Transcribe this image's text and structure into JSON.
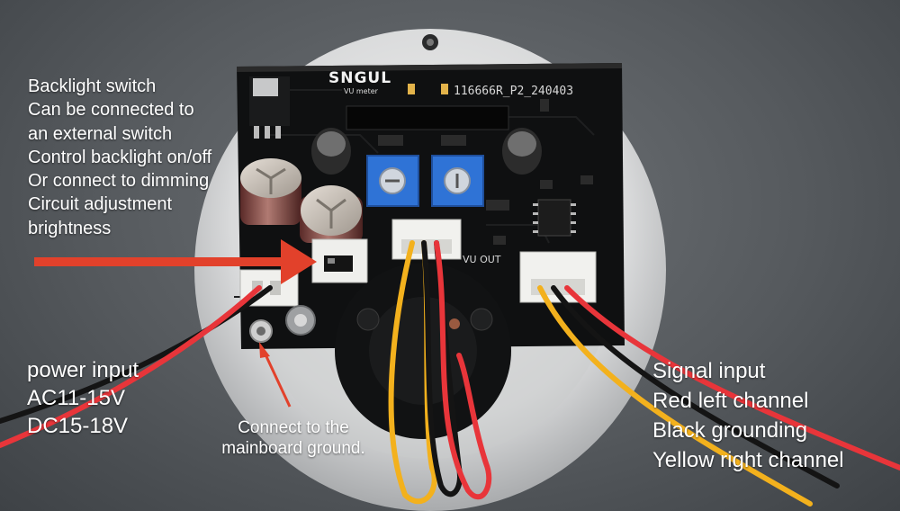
{
  "image": {
    "description": "Rear view of a VU meter driver board with wire harnesses and callout labels",
    "colors": {
      "background": "#5b5f63",
      "pcb": "#0f1011",
      "wire_red": "#e8353a",
      "wire_black": "#141414",
      "wire_yellow": "#f3b11d",
      "arrow_red": "#e2412b",
      "trimmer_blue": "#2f73d6",
      "label_text": "#ffffff"
    }
  },
  "board": {
    "brand": "SNGUL",
    "subtitle": "VU meter",
    "part_number": "116666R_P2_240403",
    "port_label": "VU OUT"
  },
  "labels": {
    "backlight": "Backlight switch\nCan be connected to\nan external switch\nControl backlight on/off\nOr connect to dimming\nCircuit adjustment\nbrightness",
    "power": "power input\nAC11-15V\nDC15-18V",
    "ground": "Connect to the\nmainboard ground.",
    "signal": "Signal input\nRed left channel\nBlack grounding\nYellow right channel"
  }
}
